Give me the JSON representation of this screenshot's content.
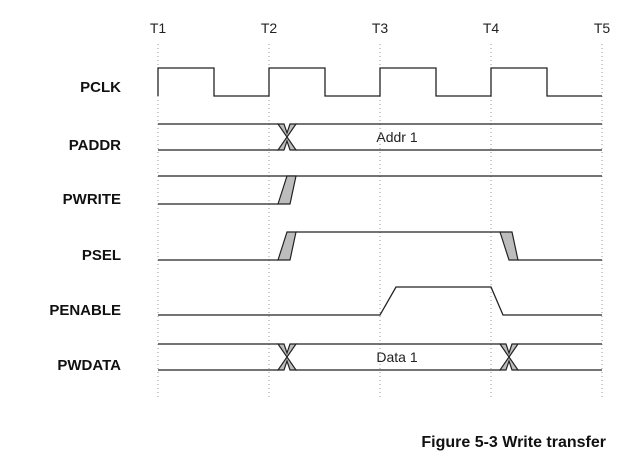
{
  "time_markers": [
    "T1",
    "T2",
    "T3",
    "T4",
    "T5"
  ],
  "signals": [
    {
      "name": "PCLK",
      "kind": "clock",
      "label": ""
    },
    {
      "name": "PADDR",
      "kind": "bus",
      "label": "Addr 1"
    },
    {
      "name": "PWRITE",
      "kind": "single",
      "label": ""
    },
    {
      "name": "PSEL",
      "kind": "single",
      "label": ""
    },
    {
      "name": "PENABLE",
      "kind": "single",
      "label": ""
    },
    {
      "name": "PWDATA",
      "kind": "bus",
      "label": "Data 1"
    }
  ],
  "caption": "Figure 5-3 Write transfer",
  "colors": {
    "transition_fill": "#bdbdbd",
    "line": "#222222",
    "grid": "#999999"
  }
}
